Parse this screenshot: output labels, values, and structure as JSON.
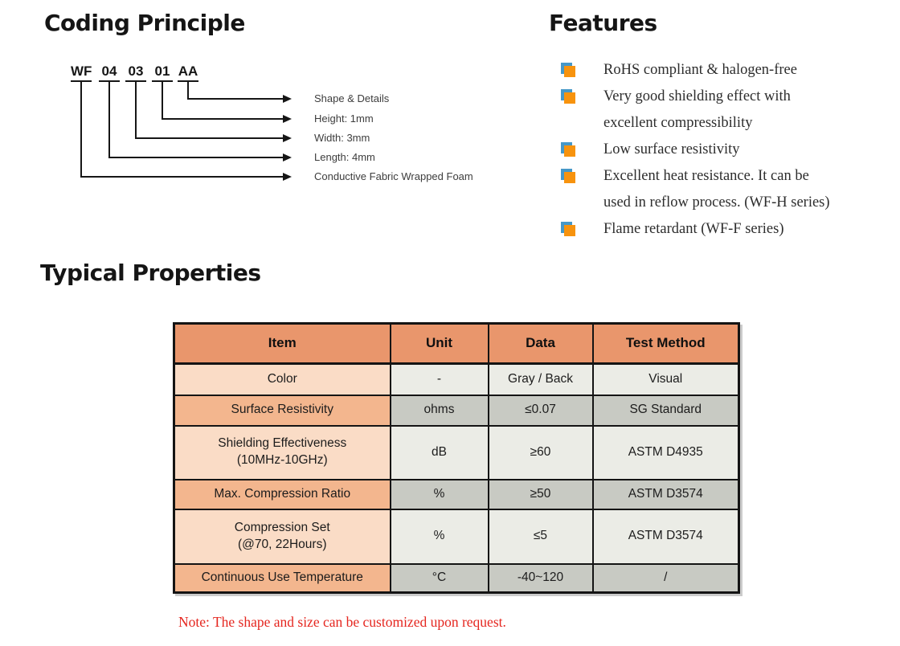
{
  "coding_principle": {
    "title": "Coding Principle",
    "code_segments": [
      "WF",
      "04",
      "03",
      "01",
      "AA"
    ],
    "labels": [
      "Shape & Details",
      "Height: 1mm",
      "Width: 3mm",
      "Length: 4mm",
      "Conductive Fabric Wrapped Foam"
    ]
  },
  "features": {
    "title": "Features",
    "items": [
      "RoHS compliant & halogen-free",
      "Very good shielding effect with\nexcellent compressibility",
      "Low surface resistivity",
      "Excellent heat resistance. It can be\nused in reflow process. (WF-H series)",
      "Flame retardant (WF-F series)"
    ]
  },
  "typical_properties": {
    "title": "Typical Properties",
    "table": {
      "headers": [
        "Item",
        "Unit",
        "Data",
        "Test Method"
      ],
      "rows": [
        {
          "item": "Color",
          "unit": "-",
          "data": "Gray / Back",
          "test_method": "Visual"
        },
        {
          "item": "Surface Resistivity",
          "unit": "ohms",
          "data": "≤0.07",
          "test_method": "SG Standard"
        },
        {
          "item": "Shielding Effectiveness\n(10MHz-10GHz)",
          "unit": "dB",
          "data": "≥60",
          "test_method": "ASTM D4935"
        },
        {
          "item": "Max. Compression Ratio",
          "unit": "%",
          "data": "≥50",
          "test_method": "ASTM D3574"
        },
        {
          "item": "Compression Set\n(@70, 22Hours)",
          "unit": "%",
          "data": "≤5",
          "test_method": "ASTM D3574"
        },
        {
          "item": "Continuous Use Temperature",
          "unit": "°C",
          "data": "-40~120",
          "test_method": "/"
        }
      ]
    },
    "note": "Note: The shape and size can be customized upon request."
  },
  "colors": {
    "header_bg": "#E9966C",
    "item_light": "#FADCC6",
    "item_medium": "#F3B68E",
    "cell_light": "#EBECE6",
    "cell_medium": "#C8CAC3",
    "note_red": "#E5261F",
    "bullet_front": "#F7930E",
    "bullet_back": "#4698C8"
  }
}
